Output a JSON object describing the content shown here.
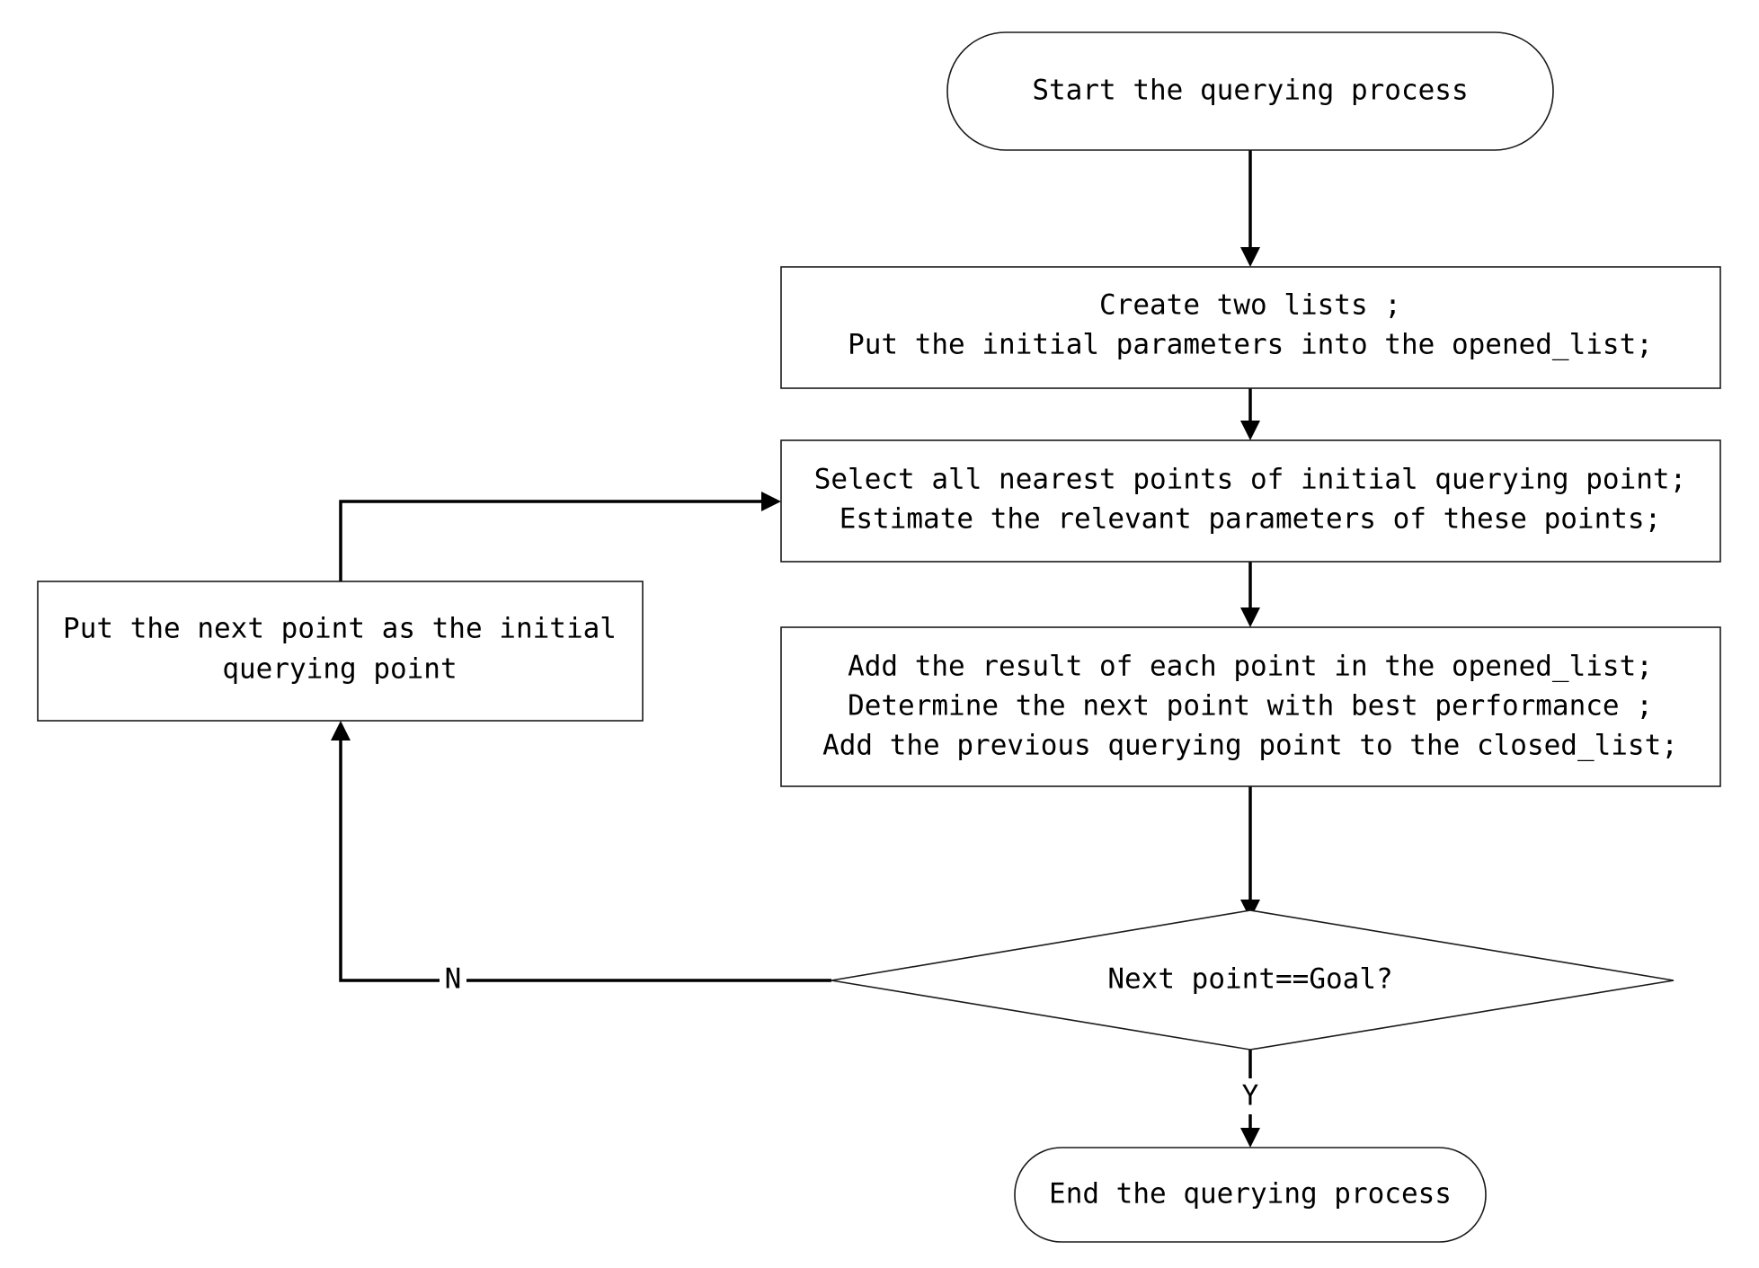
{
  "nodes": {
    "start": {
      "lines": [
        "Start the querying process"
      ]
    },
    "create_lists": {
      "lines": [
        "Create two lists ;",
        "Put the initial parameters into the opened_list;"
      ]
    },
    "select_points": {
      "lines": [
        "Select all nearest points of initial querying point;",
        "Estimate the relevant parameters of these points;"
      ]
    },
    "add_result": {
      "lines": [
        "Add the result of each point in the opened_list;",
        "Determine the next point with best performance ;",
        "Add the previous querying point to the closed_list;"
      ]
    },
    "decision": {
      "lines": [
        "Next point==Goal?"
      ]
    },
    "next_point": {
      "lines": [
        "Put the next point as the initial",
        "querying point"
      ]
    },
    "end": {
      "lines": [
        "End the querying process"
      ]
    }
  },
  "edge_labels": {
    "no": "N",
    "yes": "Y"
  }
}
